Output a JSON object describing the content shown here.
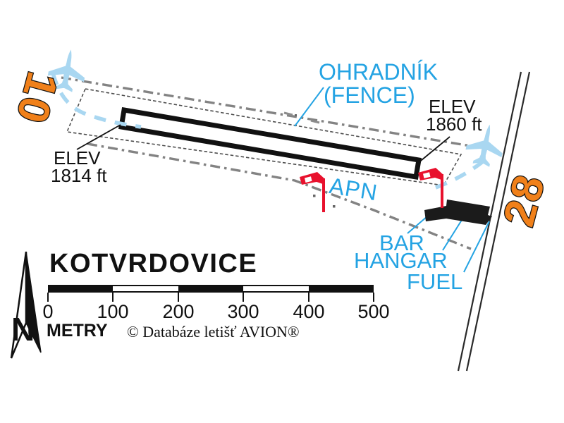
{
  "colors": {
    "label_blue": "#24A3E3",
    "light_blue": "#A9D7F1",
    "runway_number_orange": "#F0801A",
    "windsock_red": "#E8112D",
    "boundary_gray": "#8C8C8C",
    "ink_black": "#111111"
  },
  "airfield": {
    "name": "KOTVRDOVICE",
    "runway_numbers": {
      "west": "10",
      "east": "28"
    },
    "elevation_west": {
      "line1": "ELEV",
      "line2": "1814 ft"
    },
    "elevation_east": {
      "line1": "ELEV",
      "line2": "1860 ft"
    },
    "fence_label": {
      "line1": "OHRADNÍK",
      "line2": "(FENCE)"
    },
    "apron_label": "APN",
    "facilities": {
      "bar": "BAR",
      "hangar": "HANGAR",
      "fuel": "FUEL"
    }
  },
  "scale_bar": {
    "tick_labels": [
      "0",
      "100",
      "200",
      "300",
      "400",
      "500"
    ],
    "unit_label": "METRY"
  },
  "compass": {
    "north_label": "N"
  },
  "copyright": "© Databáze letišť AVION®"
}
